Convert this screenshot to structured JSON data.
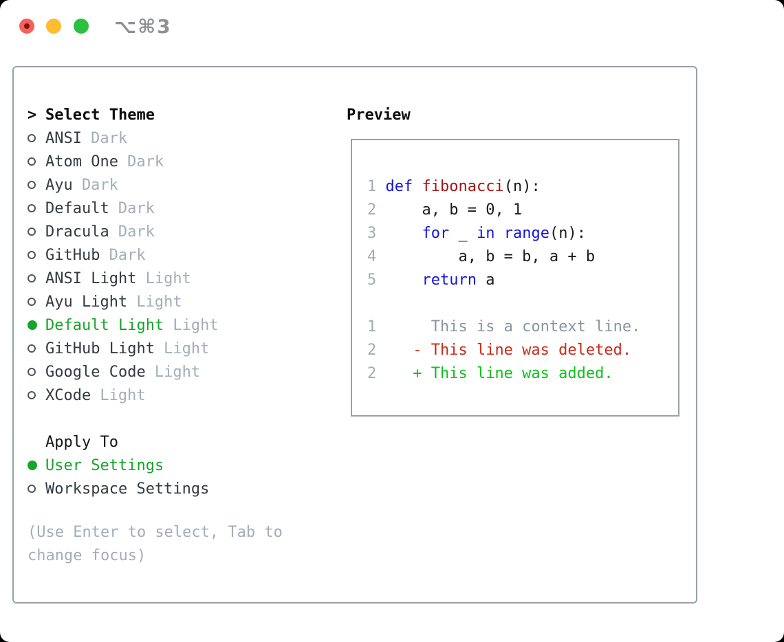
{
  "window": {
    "title": "⌥⌘3"
  },
  "colors": {
    "accent_green": "#16a529",
    "added_green": "#0cc11c",
    "deleted_red": "#cb2a16",
    "keyword_blue": "#1414e0",
    "function_red": "#a31515",
    "code_text": "#1a1a1a",
    "muted_gray": "#a4adb8",
    "line_number_gray": "#a2abb5",
    "context_gray": "#8b949e",
    "panel_border": "#97a0ab",
    "traffic_red": "#f4615a",
    "traffic_yellow": "#fdbd2f",
    "traffic_green": "#2ac13e"
  },
  "theme_panel": {
    "header": {
      "prefix": ">",
      "label": "Select Theme"
    },
    "themes": [
      {
        "name": "ANSI",
        "variant": "Dark",
        "selected": false
      },
      {
        "name": "Atom One",
        "variant": "Dark",
        "selected": false
      },
      {
        "name": "Ayu",
        "variant": "Dark",
        "selected": false
      },
      {
        "name": "Default",
        "variant": "Dark",
        "selected": false
      },
      {
        "name": "Dracula",
        "variant": "Dark",
        "selected": false
      },
      {
        "name": "GitHub",
        "variant": "Dark",
        "selected": false
      },
      {
        "name": "ANSI Light",
        "variant": "Light",
        "selected": false
      },
      {
        "name": "Ayu Light",
        "variant": "Light",
        "selected": false
      },
      {
        "name": "Default Light",
        "variant": "Light",
        "selected": true
      },
      {
        "name": "GitHub Light",
        "variant": "Light",
        "selected": false
      },
      {
        "name": "Google Code",
        "variant": "Light",
        "selected": false
      },
      {
        "name": "XCode",
        "variant": "Light",
        "selected": false
      }
    ],
    "apply_to": {
      "label": "Apply To",
      "options": [
        {
          "name": "User Settings",
          "selected": true
        },
        {
          "name": "Workspace Settings",
          "selected": false
        }
      ]
    },
    "help_text": "(Use Enter to select, Tab to change focus)"
  },
  "preview": {
    "label": "Preview",
    "lines": [
      {
        "num": "1",
        "tokens": [
          {
            "text": "def",
            "c": "kw"
          },
          {
            "text": " ",
            "c": "txt"
          },
          {
            "text": "fibonacci",
            "c": "fn"
          },
          {
            "text": "(n):",
            "c": "txt"
          }
        ]
      },
      {
        "num": "2",
        "tokens": [
          {
            "text": "    a, b = 0, 1",
            "c": "txt"
          }
        ]
      },
      {
        "num": "3",
        "tokens": [
          {
            "text": "    ",
            "c": "txt"
          },
          {
            "text": "for",
            "c": "kw"
          },
          {
            "text": " _ ",
            "c": "txt"
          },
          {
            "text": "in",
            "c": "kw"
          },
          {
            "text": " ",
            "c": "txt"
          },
          {
            "text": "range",
            "c": "kw"
          },
          {
            "text": "(n):",
            "c": "txt"
          }
        ]
      },
      {
        "num": "4",
        "tokens": [
          {
            "text": "        a, b = b, a + b",
            "c": "txt"
          }
        ]
      },
      {
        "num": "5",
        "tokens": [
          {
            "text": "    ",
            "c": "txt"
          },
          {
            "text": "return",
            "c": "kw"
          },
          {
            "text": " a",
            "c": "txt"
          }
        ]
      },
      {
        "num": "",
        "tokens": []
      },
      {
        "num": "1",
        "tokens": [
          {
            "text": "     This is a context line.",
            "c": "ctx"
          }
        ]
      },
      {
        "num": "2",
        "tokens": [
          {
            "text": "   - This line was deleted.",
            "c": "del"
          }
        ]
      },
      {
        "num": "2",
        "tokens": [
          {
            "text": "   + This line was added.",
            "c": "add"
          }
        ]
      }
    ]
  }
}
